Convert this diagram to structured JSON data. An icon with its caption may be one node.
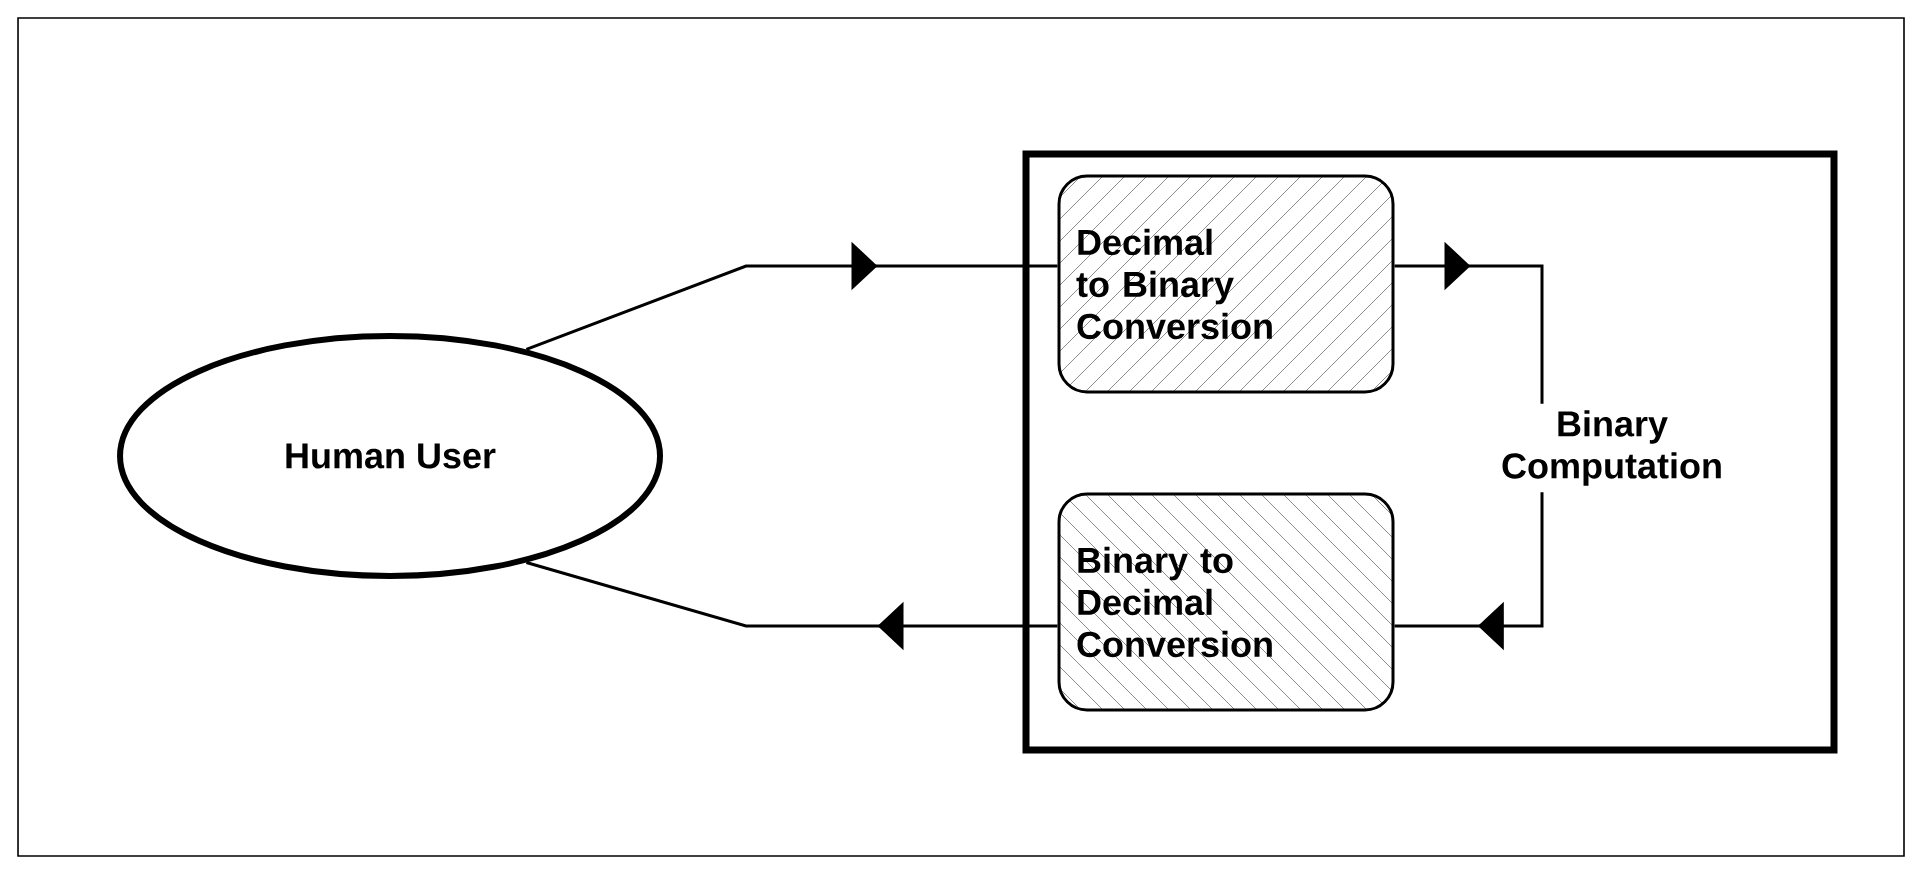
{
  "diagram": {
    "nodes": [
      {
        "text": [
          "Human User"
        ]
      },
      {
        "text": [],
        "shape": "box"
      },
      {
        "text": [
          "Decimal to Binary Conversion"
        ],
        "in": 1
      },
      {
        "text": [
          "Binary to Decimal Conversion"
        ],
        "in": 1
      },
      {
        "text": [
          "Binary Computation"
        ],
        "in": 1
      }
    ],
    "edges": [
      {
        "from": 0,
        "to": 2,
        "arrow": "to"
      },
      {
        "from": 2,
        "to": 4,
        "arrow": "to"
      },
      {
        "from": 4,
        "to": 3,
        "arrow": "to"
      },
      {
        "from": 3,
        "to": 0,
        "arrow": "to"
      }
    ]
  }
}
